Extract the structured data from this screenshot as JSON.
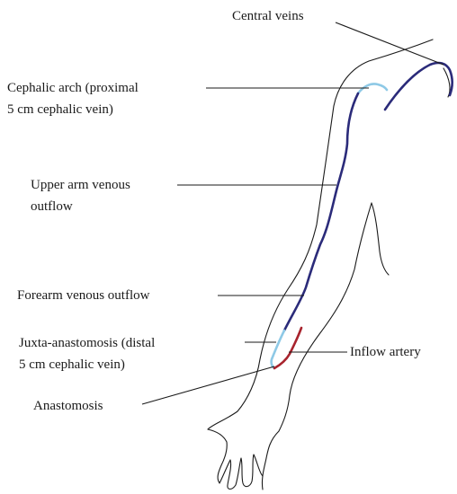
{
  "labels": {
    "central_veins": "Central veins",
    "cephalic_arch": {
      "line1": "Cephalic arch (proximal",
      "line2": "5 cm cephalic vein)"
    },
    "upper_arm_outflow": {
      "line1": "Upper arm venous",
      "line2": "outflow"
    },
    "forearm_outflow": "Forearm venous outflow",
    "juxta_anastomosis": {
      "line1": "Juxta-anastomosis (distal",
      "line2": "5 cm cephalic vein)"
    },
    "inflow_artery": "Inflow artery",
    "anastomosis": "Anastomosis"
  },
  "colors": {
    "outline": "#1a1a1a",
    "vein": "#2b2b7a",
    "light_vein": "#8ec9e6",
    "artery": "#a8232d"
  },
  "icons": [
    "arm-outline-illustration"
  ]
}
